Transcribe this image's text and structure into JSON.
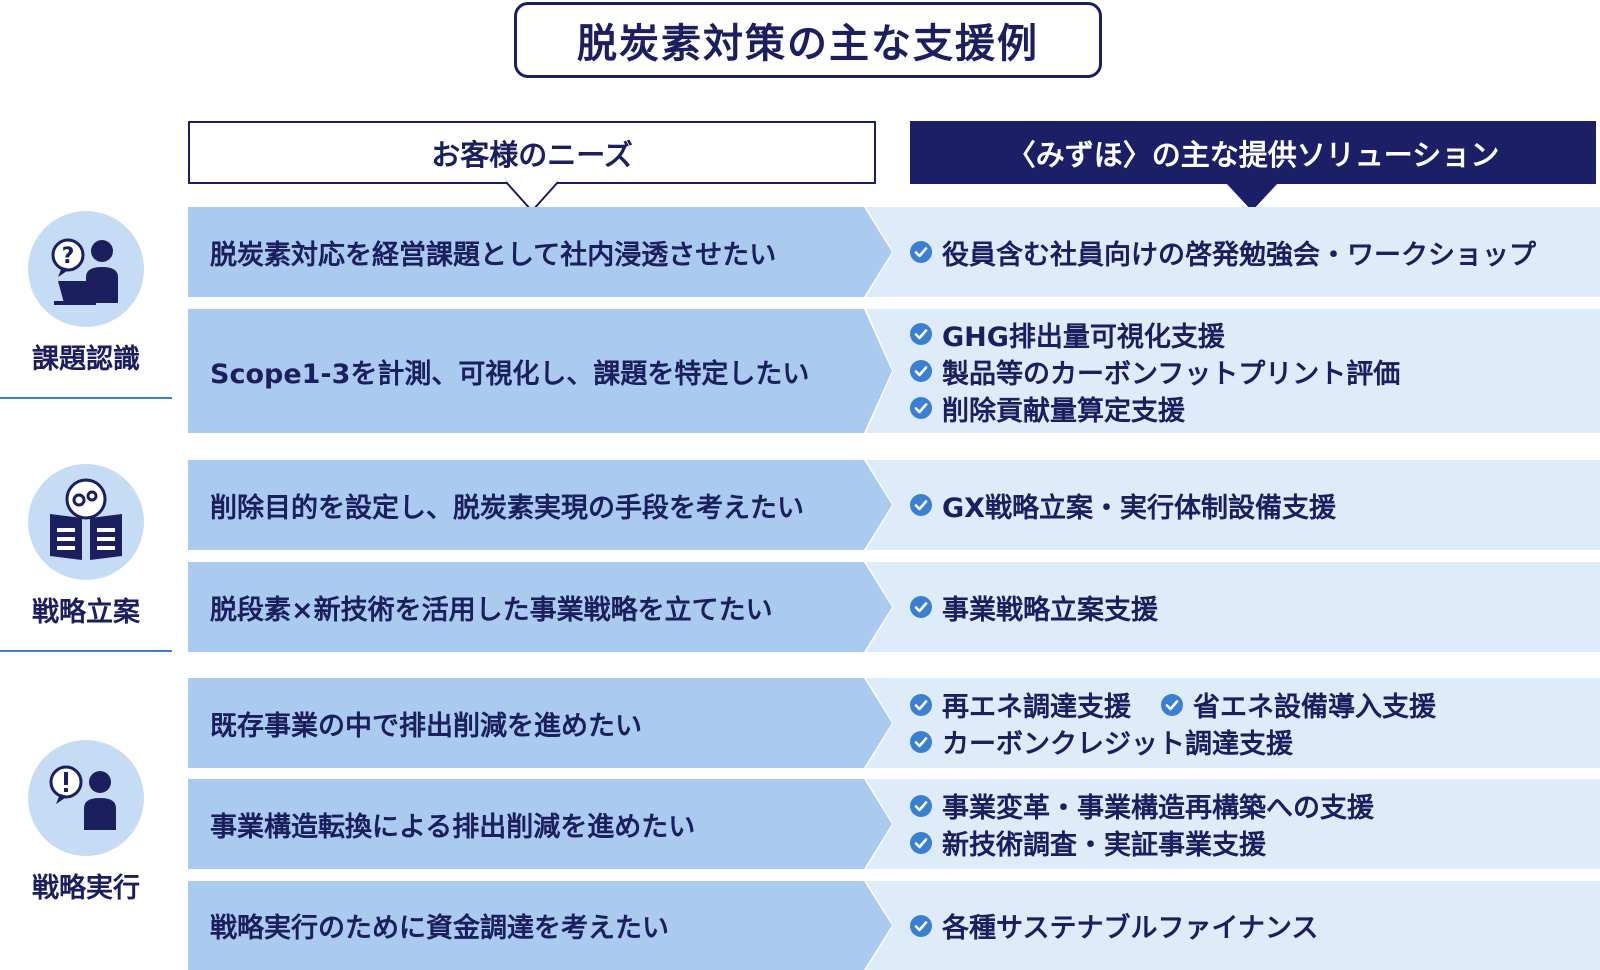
{
  "title": "脱炭素対策の主な支援例",
  "headers": {
    "needs": "お客様のニーズ",
    "solutions": "〈みずほ〉の主な提供ソリューション"
  },
  "stages": [
    {
      "label": "課題認識",
      "icon": "question-person-laptop-icon"
    },
    {
      "label": "戦略立案",
      "icon": "book-gear-icon"
    },
    {
      "label": "戦略実行",
      "icon": "exclamation-person-icon"
    }
  ],
  "rows": [
    {
      "need": "脱炭素対応を経営課題として社内浸透させたい",
      "solutions": [
        [
          "役員含む社員向けの啓発勉強会・ワークショップ"
        ]
      ]
    },
    {
      "need": "Scope1-3を計測、可視化し、課題を特定したい",
      "solutions": [
        [
          "GHG排出量可視化支援"
        ],
        [
          "製品等のカーボンフットプリント評価"
        ],
        [
          "削除貢献量算定支援"
        ]
      ]
    },
    {
      "need": "削除目的を設定し、脱炭素実現の手段を考えたい",
      "solutions": [
        [
          "GX戦略立案・実行体制設備支援"
        ]
      ]
    },
    {
      "need": "脱段素×新技術を活用した事業戦略を立てたい",
      "solutions": [
        [
          "事業戦略立案支援"
        ]
      ]
    },
    {
      "need": "既存事業の中で排出削減を進めたい",
      "solutions": [
        [
          "再エネ調達支援",
          "省エネ設備導入支援"
        ],
        [
          "カーボンクレジット調達支援"
        ]
      ]
    },
    {
      "need": "事業構造転換による排出削減を進めたい",
      "solutions": [
        [
          "事業変革・事業構造再構築への支援"
        ],
        [
          "新技術調査・実証事業支援"
        ]
      ]
    },
    {
      "need": "戦略実行のために資金調達を考えたい",
      "solutions": [
        [
          "各種サステナブルファイナンス"
        ]
      ]
    }
  ],
  "colors": {
    "navy": "#1b1f66",
    "need_bg": "#aacbef",
    "solution_bg": "#deebf9",
    "icon_bg": "#c5dcf4",
    "check": "#3b7fd0"
  }
}
